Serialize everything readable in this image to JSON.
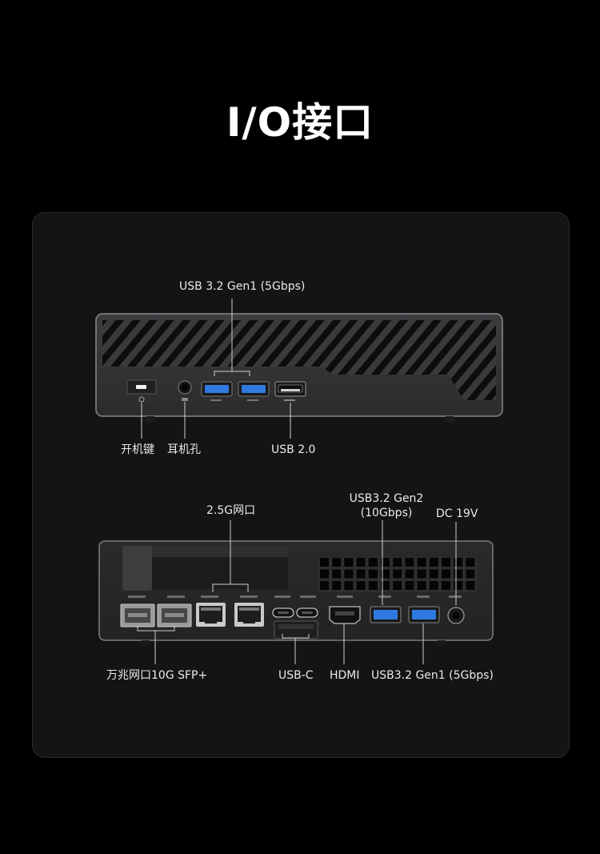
{
  "page_title": "I/O接口",
  "front": {
    "usb32_gen1_label": "USB 3.2 Gen1 (5Gbps)",
    "power_label": "开机键",
    "audio_label": "耳机孔",
    "usb20_label": "USB 2.0"
  },
  "rear": {
    "lan25_label": "2.5G网口",
    "usb32_gen2_label_line1": "USB3.2 Gen2",
    "usb32_gen2_label_line2": "(10Gbps)",
    "dc_label": "DC 19V",
    "sfp_label": "万兆网口10G SFP+",
    "usbc_label": "USB-C",
    "hdmi_label": "HDMI",
    "usb32_gen1_label": "USB3.2 Gen1 (5Gbps)"
  },
  "colors": {
    "background": "#000000",
    "panel": "#141414",
    "usb3_blue": "#2f7ae0",
    "text": "#eaeaea"
  }
}
